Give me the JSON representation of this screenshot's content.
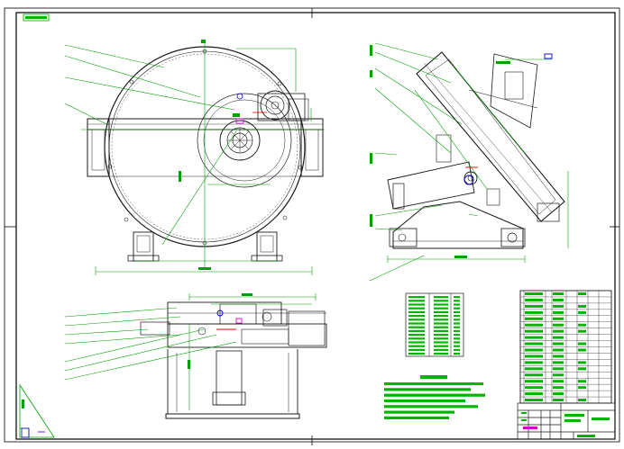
{
  "colors": {
    "background": "#ffffff",
    "frame": "#000000",
    "outline": "#1a1a1a",
    "dimension": "#00a000",
    "text_block": "#00b400",
    "accent_red": "#e00000",
    "accent_magenta": "#d000d0",
    "accent_blue": "#0000cc"
  },
  "views": {
    "front": "front-view",
    "side": "side-view",
    "top": "top-view"
  },
  "tables": {
    "parameters_rows": 16,
    "parts_list_rows": 18,
    "parts_list_cols": 8
  },
  "technical_requirements_lines": 7,
  "icons": {
    "orientation": "triangle-gauge-icon",
    "centerline": "center-mark-icon"
  }
}
